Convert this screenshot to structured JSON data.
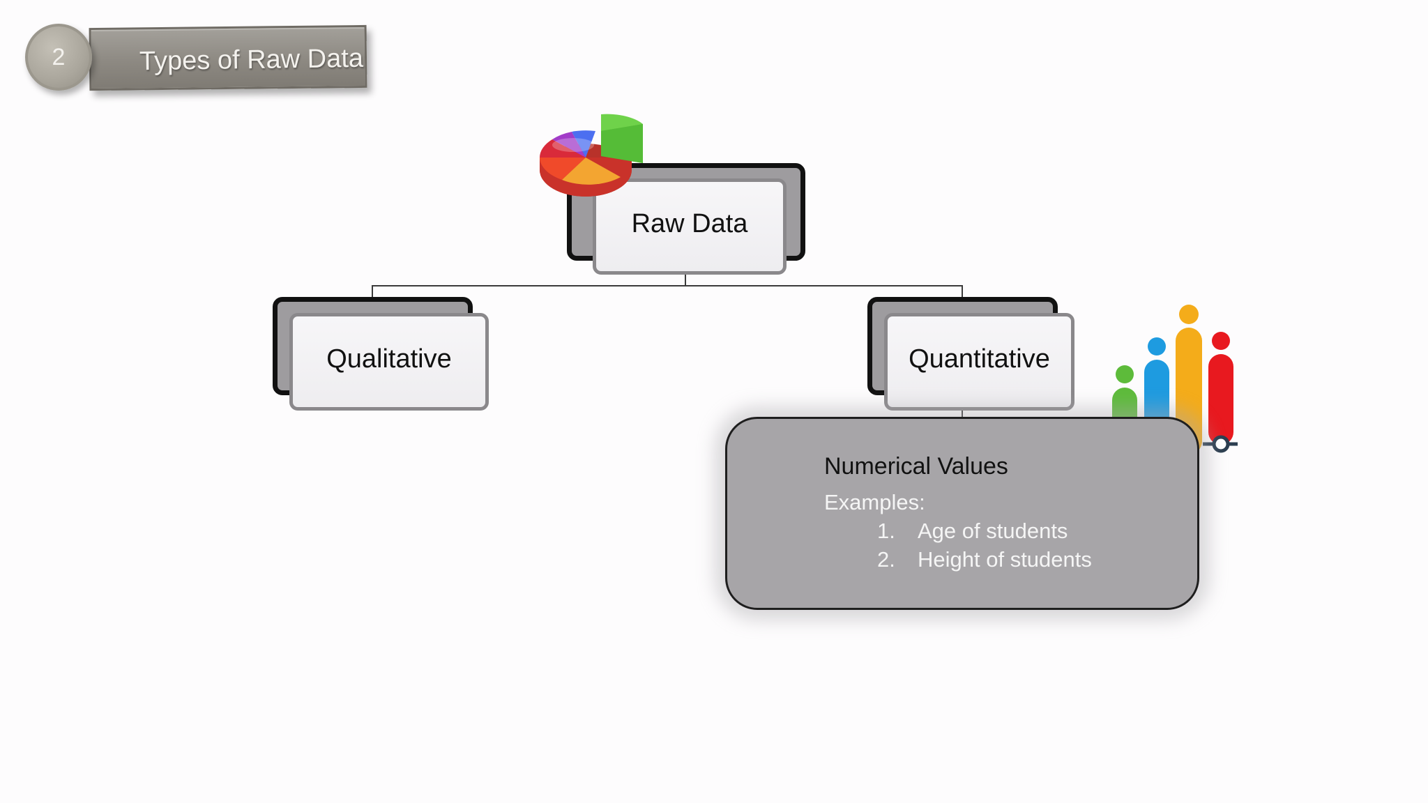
{
  "header": {
    "slide_number": "2",
    "title": "Types of Raw Data"
  },
  "diagram": {
    "root": {
      "label": "Raw Data"
    },
    "children": [
      {
        "label": "Qualitative"
      },
      {
        "label": "Quantitative"
      }
    ],
    "detail": {
      "heading": "Numerical Values",
      "subheading": "Examples:",
      "items": [
        {
          "number": "1.",
          "text": "Age of students"
        },
        {
          "number": "2.",
          "text": "Height of students"
        }
      ]
    }
  },
  "icons": {
    "pie_chart": "pie-chart-3d-icon",
    "people_bars": "people-bar-chart-icon"
  },
  "colors": {
    "badge": "#8d8982",
    "node_back": "#9e9c9f",
    "node_front": "#f2f1f3",
    "panel": "#a7a5a8"
  }
}
